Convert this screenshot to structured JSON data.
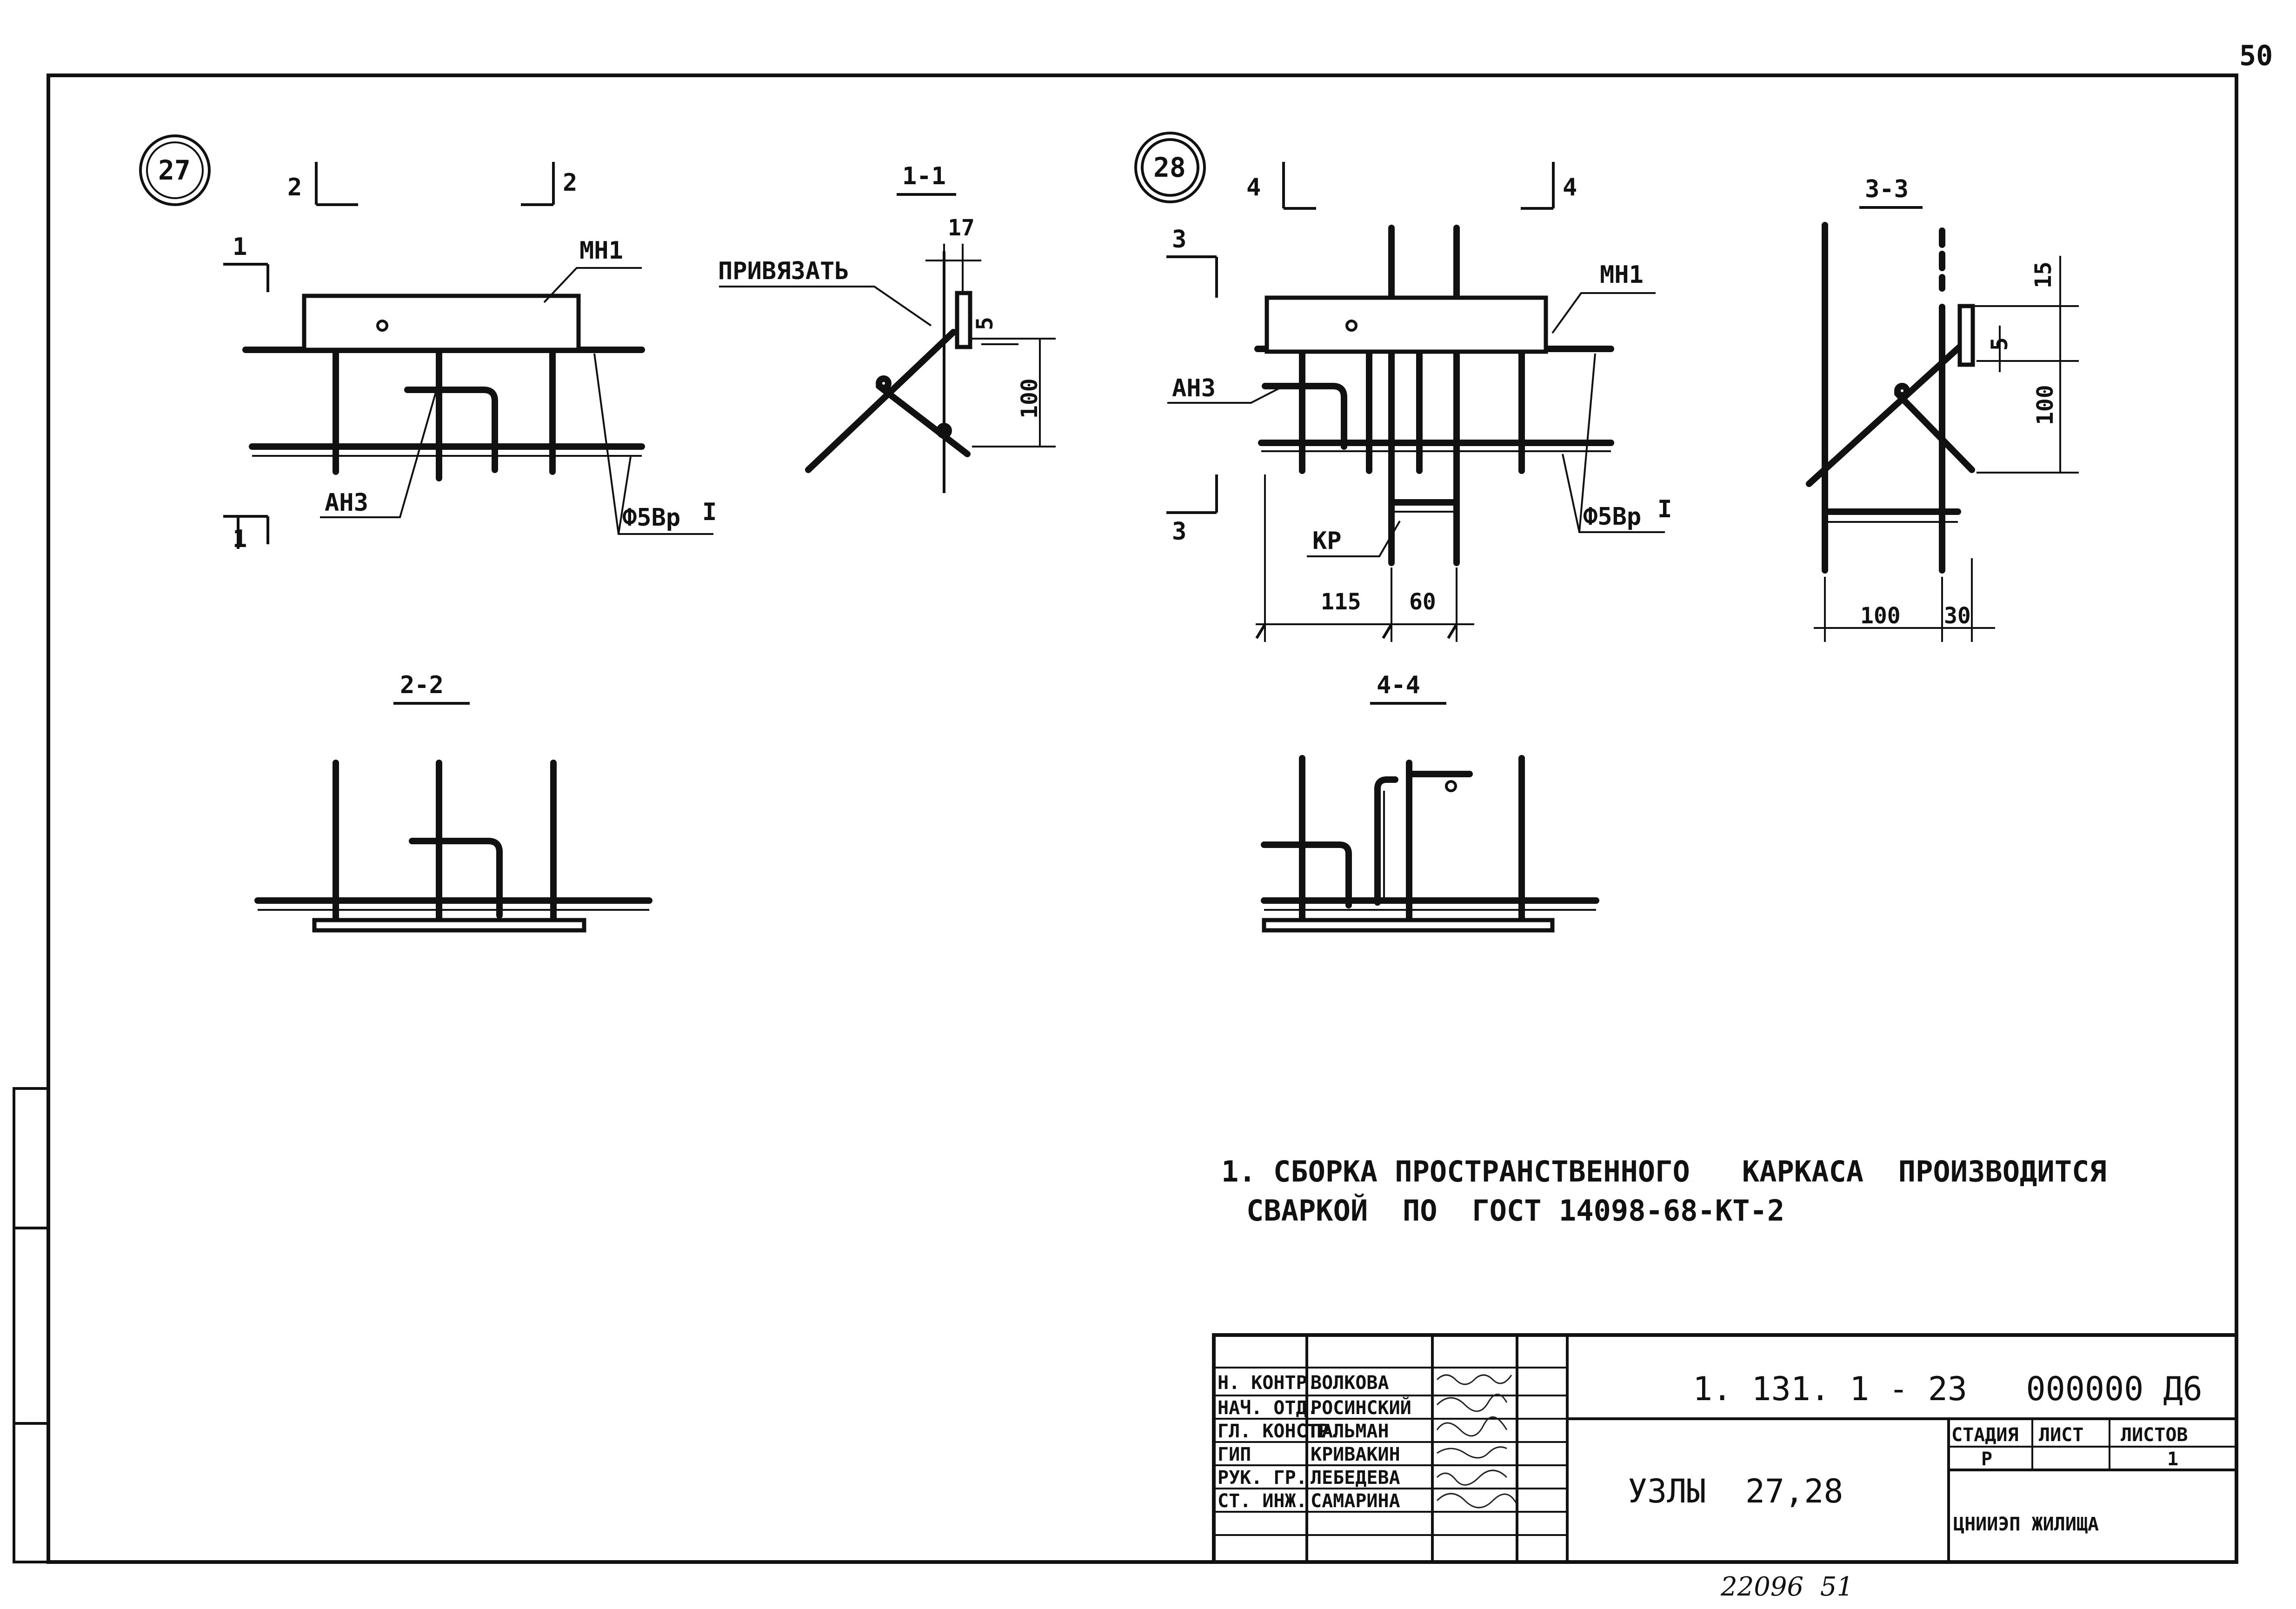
{
  "sheet_number": "50",
  "node_27": {
    "number": "27",
    "cut_left": "2",
    "cut_right": "2",
    "cut_top": "1",
    "cut_bottom": "1",
    "label_plate": "МН1",
    "label_rod": "АН3",
    "label_wire": "Ф5Вр",
    "label_wire_class": "I"
  },
  "section_1_1": {
    "title": "1-1",
    "label_tie": "ПРИВЯЗАТЬ",
    "dim_top": "17",
    "dim_small": "5",
    "dim_height": "100"
  },
  "node_28": {
    "number": "28",
    "cut_left": "4",
    "cut_right": "4",
    "cut_top": "3",
    "cut_bottom": "3",
    "label_plate": "МН1",
    "label_rod": "АН3",
    "label_wire": "Ф5Вр",
    "label_wire_class": "I",
    "label_frame": "КР",
    "dim_a": "115",
    "dim_b": "60"
  },
  "section_3_3": {
    "title": "3-3",
    "dim_top": "15",
    "dim_small": "5",
    "dim_height": "100",
    "dim_base_a": "100",
    "dim_base_b": "30"
  },
  "section_2_2": {
    "title": "2-2"
  },
  "section_4_4": {
    "title": "4-4"
  },
  "note": {
    "line1": "1. СБОРКА ПРОСТРАНСТВЕННОГО   КАРКАСА  ПРОИЗВОДИТСЯ",
    "line2": "СВАРКОЙ  ПО  ГОСТ 14098-68-КТ-2"
  },
  "title_block": {
    "designation": "1. 131. 1 - 23   000000 Д6",
    "title": "УЗЛЫ  27,28",
    "stage_header": "СТАДИЯ",
    "sheet_header": "ЛИСТ",
    "sheets_header": "ЛИСТОВ",
    "stage": "Р",
    "sheet": "",
    "sheets": "1",
    "org": "ЦНИИЭП ЖИЛИЩА",
    "roles": [
      {
        "role": "Н. КОНТР.",
        "name": "ВОЛКОВА"
      },
      {
        "role": "НАЧ. ОТД.",
        "name": "РОСИНСКИЙ"
      },
      {
        "role": "ГЛ. КОНСТР.",
        "name": "ПАЛЬМАН"
      },
      {
        "role": "ГИП",
        "name": "КРИВАКИН"
      },
      {
        "role": "РУК. ГР.",
        "name": "ЛЕБЕДЕВА"
      },
      {
        "role": "СТ. ИНЖ.",
        "name": "САМАРИНА"
      }
    ]
  },
  "footer_number": "22096  51"
}
